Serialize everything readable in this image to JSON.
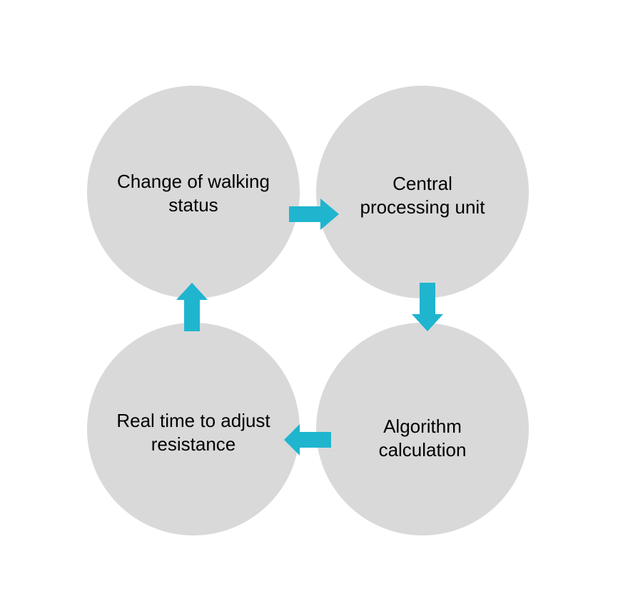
{
  "colors": {
    "node_fill": "#d9d9d9",
    "arrow_fill": "#1fb5cf",
    "text": "#000000",
    "background": "#ffffff"
  },
  "nodes": [
    {
      "id": "walking-status",
      "label": "Change of walking\nstatus"
    },
    {
      "id": "cpu",
      "label": "Central\nprocessing unit"
    },
    {
      "id": "algorithm",
      "label": "Algorithm\ncalculation"
    },
    {
      "id": "resistance",
      "label": "Real time to adjust\nresistance"
    }
  ],
  "arrows": [
    {
      "from": "walking-status",
      "to": "cpu",
      "direction": "right"
    },
    {
      "from": "cpu",
      "to": "algorithm",
      "direction": "down"
    },
    {
      "from": "algorithm",
      "to": "resistance",
      "direction": "left"
    },
    {
      "from": "resistance",
      "to": "walking-status",
      "direction": "up"
    }
  ]
}
